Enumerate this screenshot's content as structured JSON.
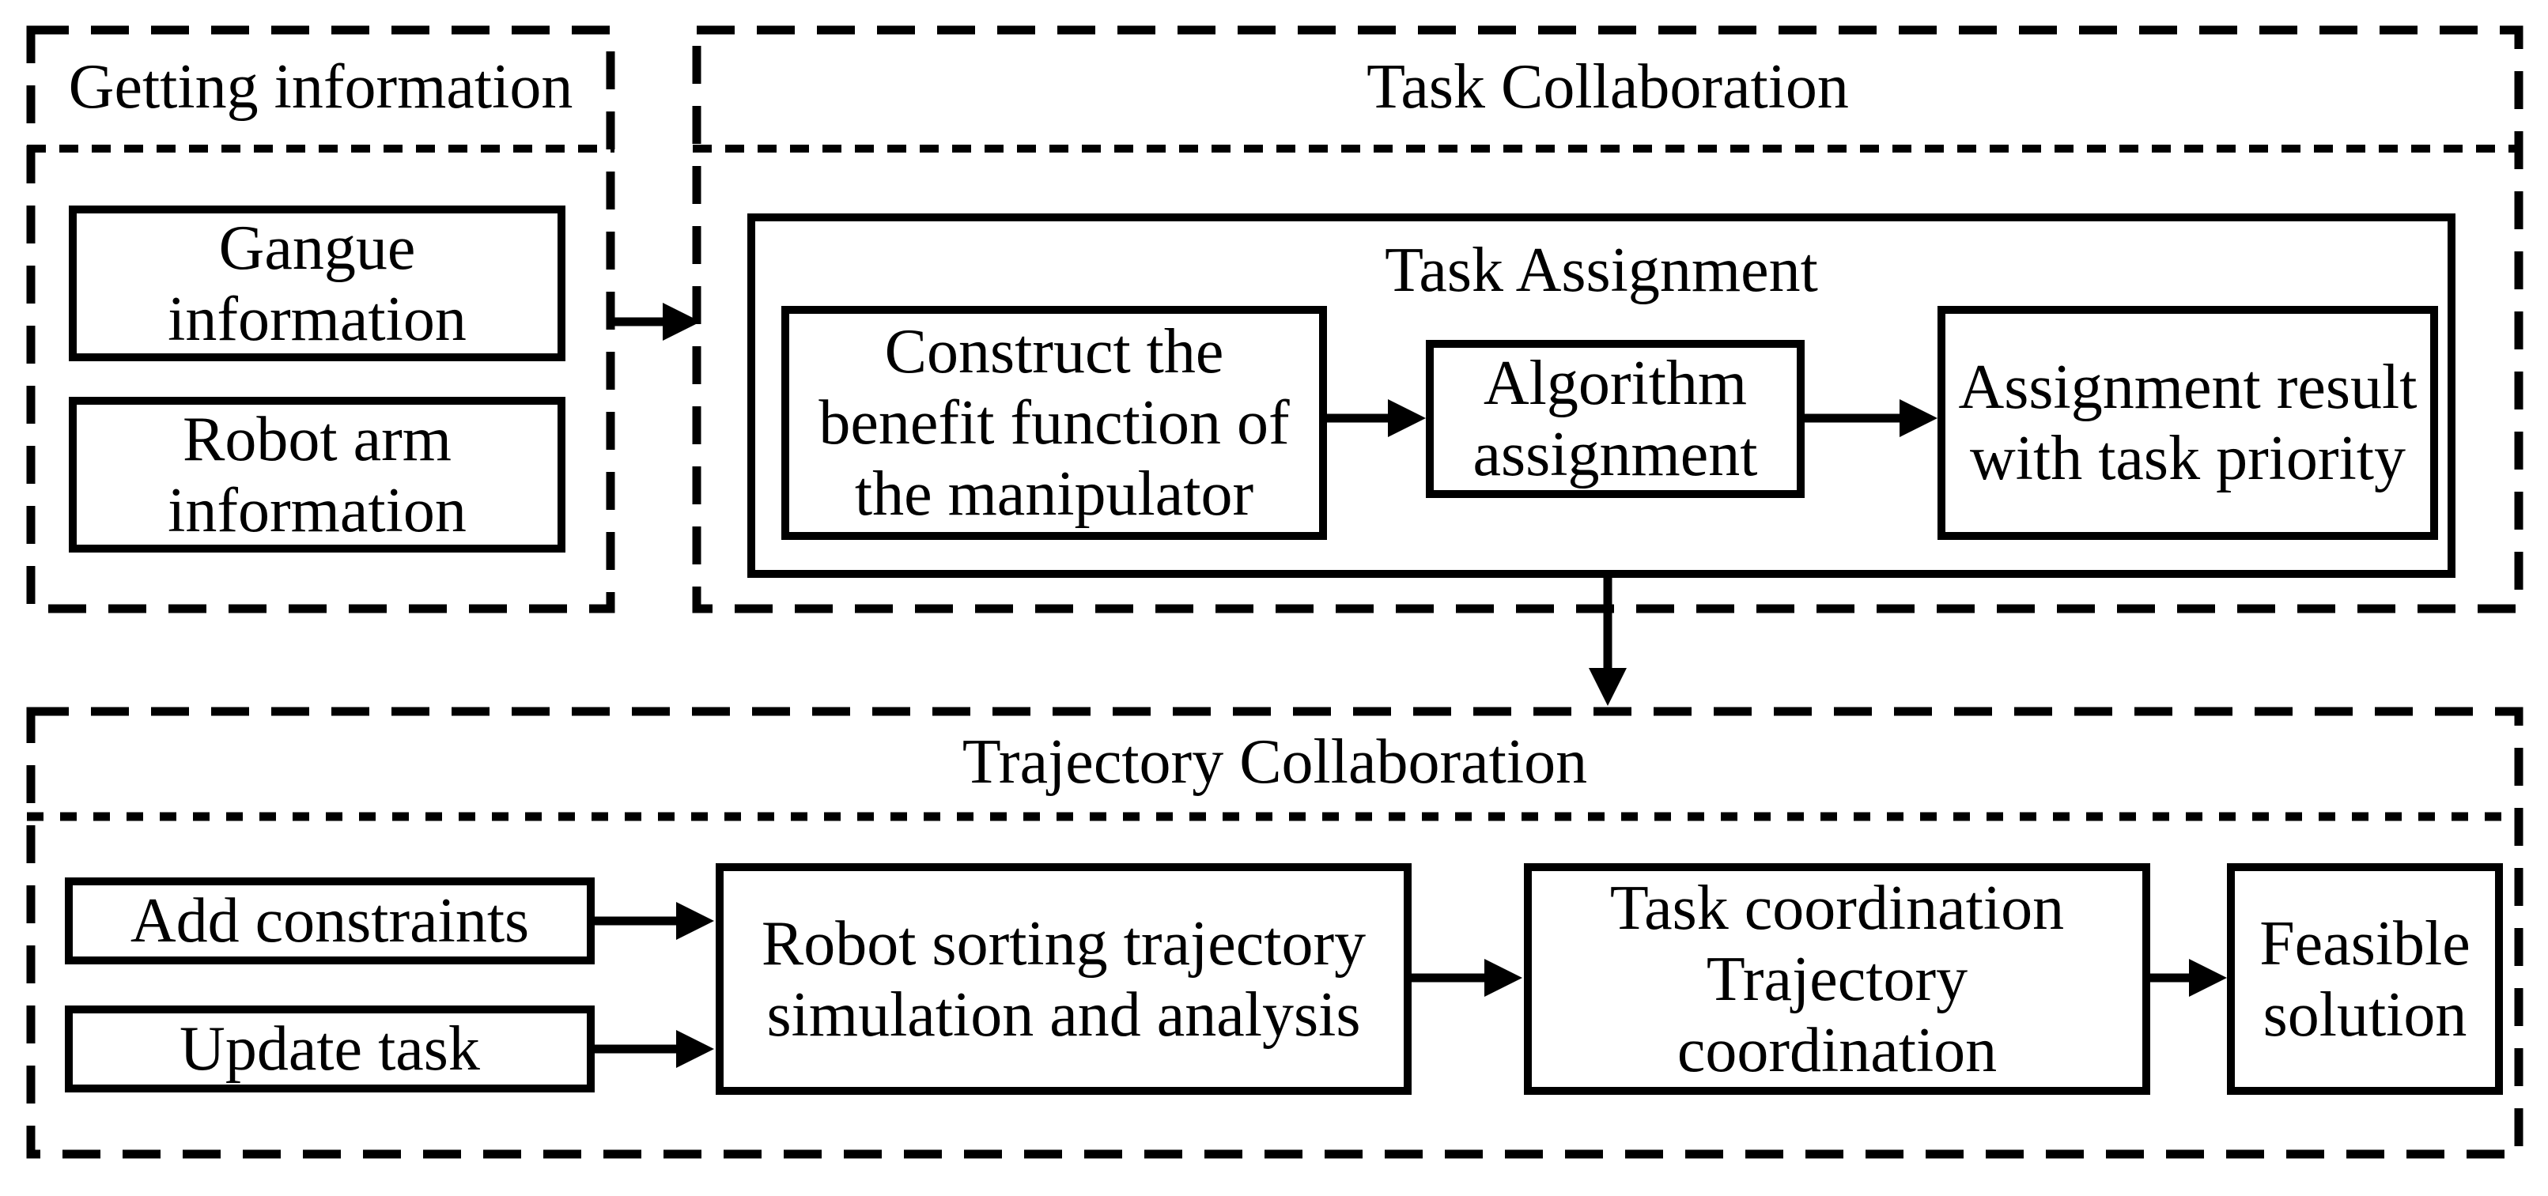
{
  "colors": {
    "ink": "#000000",
    "background": "#ffffff"
  },
  "sections": {
    "getting_information": {
      "title": "Getting information",
      "gangue": {
        "lines": [
          "Gangue",
          "information"
        ]
      },
      "robot_arm": {
        "lines": [
          "Robot arm",
          "information"
        ]
      }
    },
    "task_collaboration": {
      "title": "Task Collaboration",
      "task_assignment": {
        "title": "Task Assignment",
        "construct": {
          "lines": [
            "Construct the",
            "benefit function of",
            "the manipulator"
          ]
        },
        "algorithm": {
          "lines": [
            "Algorithm",
            "assignment"
          ]
        },
        "result": {
          "lines": [
            "Assignment result",
            "with task priority"
          ]
        }
      }
    },
    "trajectory_collaboration": {
      "title": "Trajectory Collaboration",
      "add_constraints": {
        "text": "Add constraints"
      },
      "update_task": {
        "text": "Update task"
      },
      "simulation": {
        "lines": [
          "Robot sorting trajectory",
          "simulation and analysis"
        ]
      },
      "coordination": {
        "lines": [
          "Task coordination",
          "Trajectory",
          "coordination"
        ]
      },
      "feasible": {
        "lines": [
          "Feasible",
          "solution"
        ]
      }
    }
  }
}
